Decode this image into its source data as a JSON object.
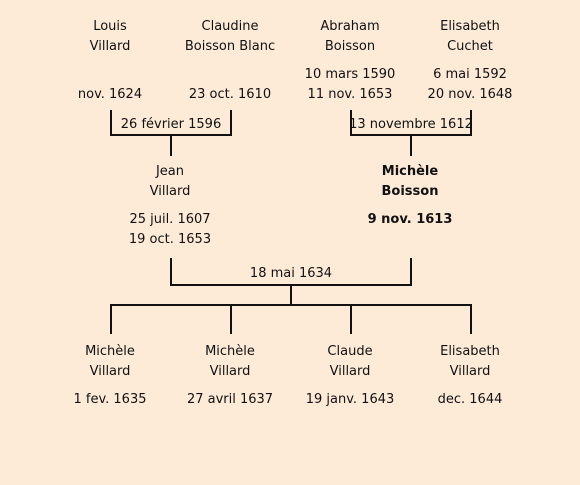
{
  "people": {
    "louis": {
      "name": [
        "Louis",
        "Villard"
      ],
      "dates": [
        "",
        "nov. 1624"
      ],
      "highlight": false
    },
    "claudine": {
      "name": [
        "Claudine",
        "Boisson Blanc"
      ],
      "dates": [
        "",
        "23 oct. 1610"
      ],
      "highlight": false
    },
    "abraham": {
      "name": [
        "Abraham",
        "Boisson"
      ],
      "dates": [
        "10 mars 1590",
        "11 nov. 1653"
      ],
      "highlight": false
    },
    "elisabeth_cuchet": {
      "name": [
        "Elisabeth",
        "Cuchet"
      ],
      "dates": [
        "6 mai 1592",
        "20 nov. 1648"
      ],
      "highlight": false
    },
    "jean": {
      "name": [
        "Jean",
        "Villard"
      ],
      "dates": [
        "25 juil. 1607",
        "19 oct. 1653"
      ],
      "highlight": false
    },
    "michele_boisson": {
      "name": [
        "Michèle",
        "Boisson"
      ],
      "dates": [
        "9 nov. 1613"
      ],
      "highlight": true
    },
    "michele_1": {
      "name": [
        "Michèle",
        "Villard"
      ],
      "dates": [
        "1 fev. 1635"
      ],
      "highlight": false
    },
    "michele_2": {
      "name": [
        "Michèle",
        "Villard"
      ],
      "dates": [
        "27 avril 1637"
      ],
      "highlight": false
    },
    "claude": {
      "name": [
        "Claude",
        "Villard"
      ],
      "dates": [
        "19 janv. 1643"
      ],
      "highlight": false
    },
    "elisabeth_villard": {
      "name": [
        "Elisabeth",
        "Villard"
      ],
      "dates": [
        "dec. 1644"
      ],
      "highlight": false
    }
  },
  "marriages": {
    "louis_claudine": "26 février 1596",
    "abraham_elisabeth": "13 novembre 1612",
    "jean_michele": "18 mai 1634"
  }
}
